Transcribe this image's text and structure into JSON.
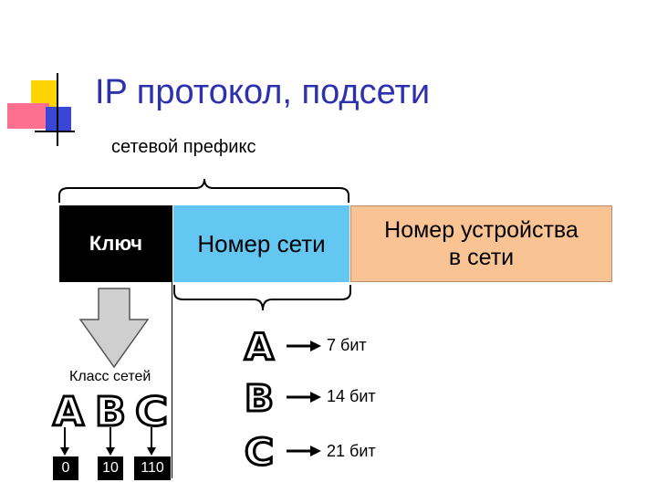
{
  "title": "IP протокол, подсети",
  "prefix_label": "сетевой префикс",
  "fields": {
    "key": "Ключ",
    "network": "Номер сети",
    "device_line1": "Номер устройства",
    "device_line2": "в сети"
  },
  "class_label": "Класс сетей",
  "classes": [
    "A",
    "B",
    "C"
  ],
  "class_bits": [
    "0",
    "10",
    "110"
  ],
  "class_lengths": [
    {
      "letter": "A",
      "bits": "7 бит"
    },
    {
      "letter": "B",
      "bits": "14 бит"
    },
    {
      "letter": "C",
      "bits": "21 бит"
    }
  ],
  "colors": {
    "title": "#2c31b0",
    "key_box": "#000000",
    "network_box": "#63c7f2",
    "device_box": "#f9c394",
    "arrow_gray": "#cfcfcf"
  }
}
